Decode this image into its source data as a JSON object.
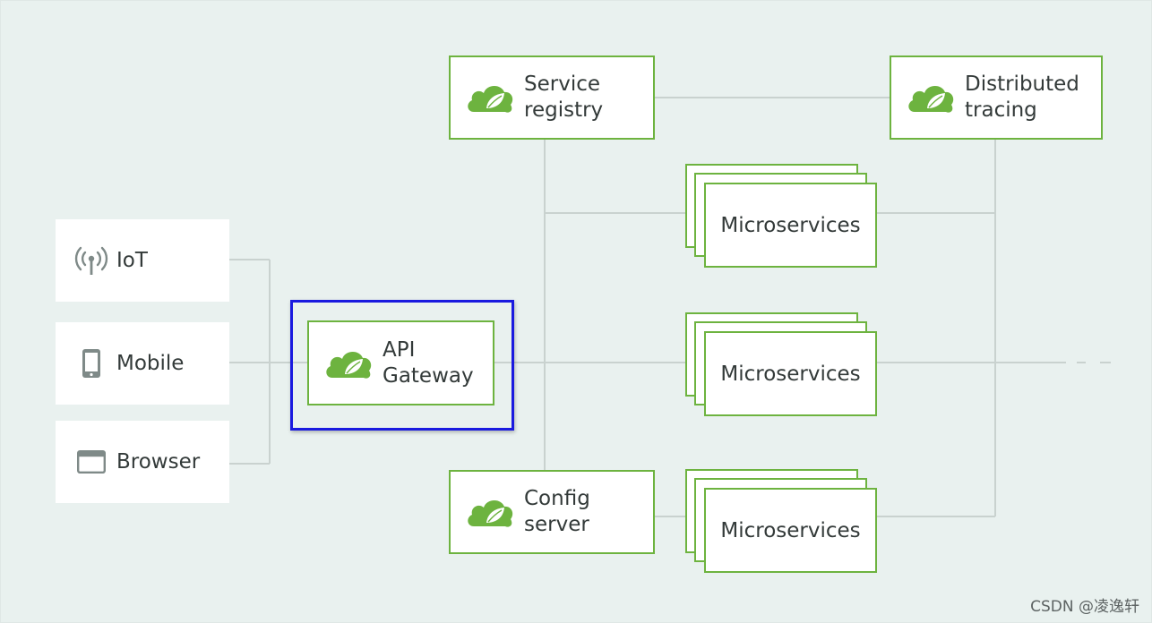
{
  "colors": {
    "background": "#e9f1ef",
    "accent_green": "#6db33f",
    "highlight_blue": "#1a1adf",
    "connector": "#c9d2cf"
  },
  "clients": [
    {
      "icon": "antenna-icon",
      "label": "IoT"
    },
    {
      "icon": "smartphone-icon",
      "label": "Mobile"
    },
    {
      "icon": "browser-window-icon",
      "label": "Browser"
    }
  ],
  "gateway": {
    "icon": "spring-leaf-icon",
    "line1": "API",
    "line2": "Gateway"
  },
  "service_registry": {
    "icon": "spring-leaf-icon",
    "line1": "Service",
    "line2": "registry"
  },
  "config_server": {
    "icon": "spring-leaf-icon",
    "line1": "Config",
    "line2": "server"
  },
  "distributed_tracing": {
    "icon": "spring-leaf-icon",
    "line1": "Distributed",
    "line2": "tracing"
  },
  "microservices": [
    {
      "label": "Microservices"
    },
    {
      "label": "Microservices"
    },
    {
      "label": "Microservices"
    }
  ],
  "watermark": "CSDN @凌逸轩"
}
